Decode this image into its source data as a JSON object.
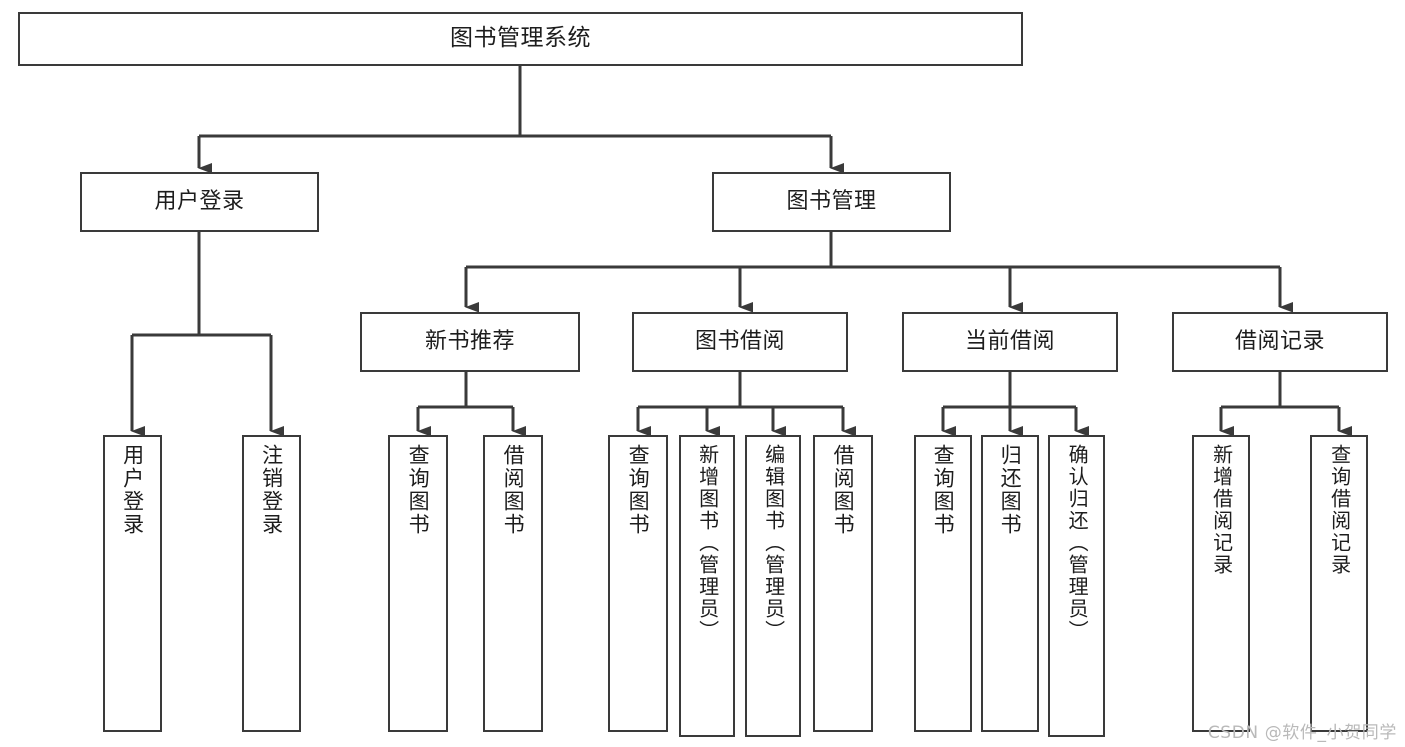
{
  "diagram": {
    "title": "图书管理系统",
    "type": "tree",
    "root": {
      "id": "root",
      "label": "图书管理系统",
      "shape": "horizontal-box"
    },
    "level2": [
      {
        "id": "user-login",
        "label": "用户登录",
        "shape": "horizontal-box"
      },
      {
        "id": "book-management",
        "label": "图书管理",
        "shape": "horizontal-box"
      }
    ],
    "level3": [
      {
        "id": "new-book-recommend",
        "label": "新书推荐",
        "shape": "horizontal-box",
        "parent": "book-management"
      },
      {
        "id": "book-borrow",
        "label": "图书借阅",
        "shape": "horizontal-box",
        "parent": "book-management"
      },
      {
        "id": "current-borrow",
        "label": "当前借阅",
        "shape": "horizontal-box",
        "parent": "book-management"
      },
      {
        "id": "borrow-record",
        "label": "借阅记录",
        "shape": "horizontal-box",
        "parent": "book-management"
      }
    ],
    "leaves": [
      {
        "id": "leaf-user-login",
        "label": "用户登录",
        "parent": "user-login"
      },
      {
        "id": "leaf-logout-login",
        "label": "注销登录",
        "parent": "user-login"
      },
      {
        "id": "leaf-query-book-1",
        "label": "查询图书",
        "parent": "new-book-recommend"
      },
      {
        "id": "leaf-borrow-book-1",
        "label": "借阅图书",
        "parent": "new-book-recommend"
      },
      {
        "id": "leaf-query-book-2",
        "label": "查询图书",
        "parent": "book-borrow"
      },
      {
        "id": "leaf-add-book-admin",
        "label": "新增图书（管理员）",
        "parent": "book-borrow"
      },
      {
        "id": "leaf-edit-book-admin",
        "label": "编辑图书（管理员）",
        "parent": "book-borrow"
      },
      {
        "id": "leaf-borrow-book-2",
        "label": "借阅图书",
        "parent": "book-borrow"
      },
      {
        "id": "leaf-query-book-3",
        "label": "查询图书",
        "parent": "current-borrow"
      },
      {
        "id": "leaf-return-book",
        "label": "归还图书",
        "parent": "current-borrow"
      },
      {
        "id": "leaf-confirm-return-admin",
        "label": "确认归还（管理员）",
        "parent": "current-borrow"
      },
      {
        "id": "leaf-add-borrow-record",
        "label": "新增借阅记录",
        "parent": "borrow-record"
      },
      {
        "id": "leaf-query-borrow-record",
        "label": "查询借阅记录",
        "parent": "borrow-record"
      }
    ],
    "colors": {
      "line": "#3a3a3a",
      "box_border": "#3a3a3a",
      "box_fill": "#ffffff",
      "text": "#1d1d1d",
      "background": "#ffffff",
      "watermark": "#b9b9b9"
    }
  },
  "watermark": {
    "text": "CSDN @软件_小贺同学"
  }
}
